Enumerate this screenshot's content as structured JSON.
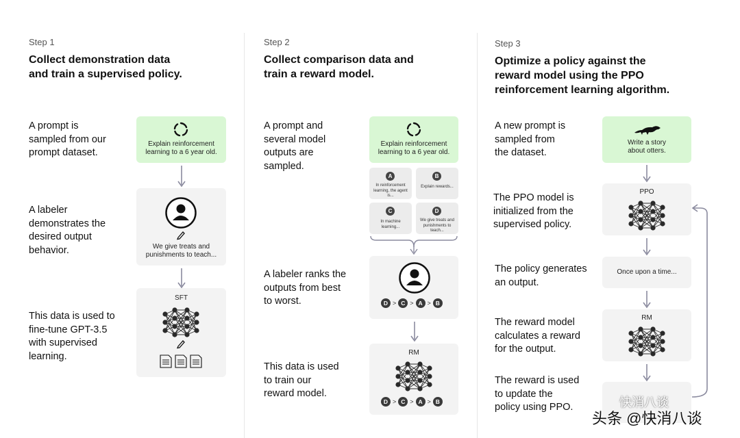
{
  "steps": [
    {
      "label": "Step 1",
      "title_lines": [
        "Collect demonstration data",
        "and train a supervised policy."
      ],
      "rows": [
        {
          "desc": [
            "A prompt is",
            "sampled from our",
            "prompt dataset."
          ],
          "card_text": [
            "Explain reinforcement",
            "learning to a 6 year old."
          ]
        },
        {
          "desc": [
            "A labeler",
            "demonstrates the",
            "desired output",
            "behavior."
          ],
          "card_text": [
            "We give treats and",
            "punishments to teach..."
          ]
        },
        {
          "desc": [
            "This data is used to",
            "fine-tune GPT-3.5",
            "with supervised",
            "learning."
          ],
          "card_text": [
            "SFT"
          ]
        }
      ]
    },
    {
      "label": "Step 2",
      "title_lines": [
        "Collect comparison data and",
        "train a reward model."
      ],
      "rows": [
        {
          "desc": [
            "A prompt and",
            "several model",
            "outputs are",
            "sampled."
          ],
          "card_text": [
            "Explain reinforcement",
            "learning to a 6 year old."
          ]
        },
        {
          "desc": [
            "A labeler ranks the",
            "outputs from best",
            "to worst."
          ],
          "card_text": []
        },
        {
          "desc": [
            "This data is used",
            "to train our",
            "reward model."
          ],
          "card_text": [
            "RM"
          ]
        }
      ],
      "outputs": [
        {
          "letter": "A",
          "text": "In reinforcement learning, the agent is..."
        },
        {
          "letter": "B",
          "text": "Explain rewards..."
        },
        {
          "letter": "C",
          "text": "In machine learning..."
        },
        {
          "letter": "D",
          "text": "We give treats and punishments to teach..."
        }
      ],
      "ranking": [
        "D",
        "C",
        "A",
        "B"
      ],
      "ranking_sep": ">"
    },
    {
      "label": "Step 3",
      "title_lines": [
        "Optimize a policy against the",
        "reward model using the PPO",
        "reinforcement learning algorithm."
      ],
      "rows": [
        {
          "desc": [
            "A new prompt is",
            "sampled from",
            "the dataset."
          ],
          "card_text": [
            "Write a story",
            "about otters."
          ]
        },
        {
          "desc": [
            "The PPO model is",
            "initialized from the",
            "supervised policy."
          ],
          "card_text": [
            "PPO"
          ]
        },
        {
          "desc": [
            "The policy generates",
            "an output."
          ],
          "card_text": [
            "Once upon a time..."
          ]
        },
        {
          "desc": [
            "The reward model",
            "calculates a reward",
            "for the output."
          ],
          "card_text": [
            "RM"
          ]
        },
        {
          "desc": [
            "The reward is used",
            "to update the",
            "policy using PPO."
          ],
          "card_text": []
        }
      ]
    }
  ],
  "watermark": {
    "line1": "快消八谈",
    "line2": "头条 @快消八谈"
  },
  "colors": {
    "green_card": "#d9f7d4",
    "grey_card": "#f3f3f3",
    "arrow": "#8a8a9e",
    "node": "#2a2a2a"
  }
}
